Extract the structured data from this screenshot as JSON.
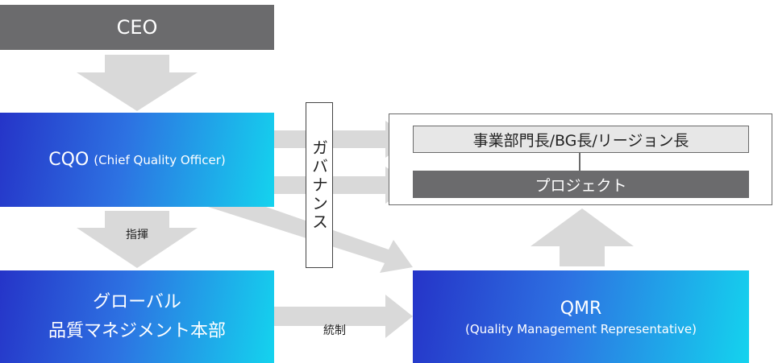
{
  "nodes": {
    "ceo": "CEO",
    "cqo_title": "CQO",
    "cqo_subtitle": "(Chief Quality Officer)",
    "gqm_line1": "グローバル",
    "gqm_line2": "品質マネジメント本部",
    "qmr_title": "QMR",
    "qmr_subtitle": "(Quality Management Representative)",
    "division_heads": "事業部門長/BG長/リージョン長",
    "project": "プロジェクト",
    "governance": "ガバナンス"
  },
  "edge_labels": {
    "command": "指揮",
    "control": "統制"
  },
  "colors": {
    "gray_box": "#6b6b6d",
    "arrow": "#d9d9d9",
    "gradient_start": "#2534c8",
    "gradient_end": "#14d3ee"
  }
}
